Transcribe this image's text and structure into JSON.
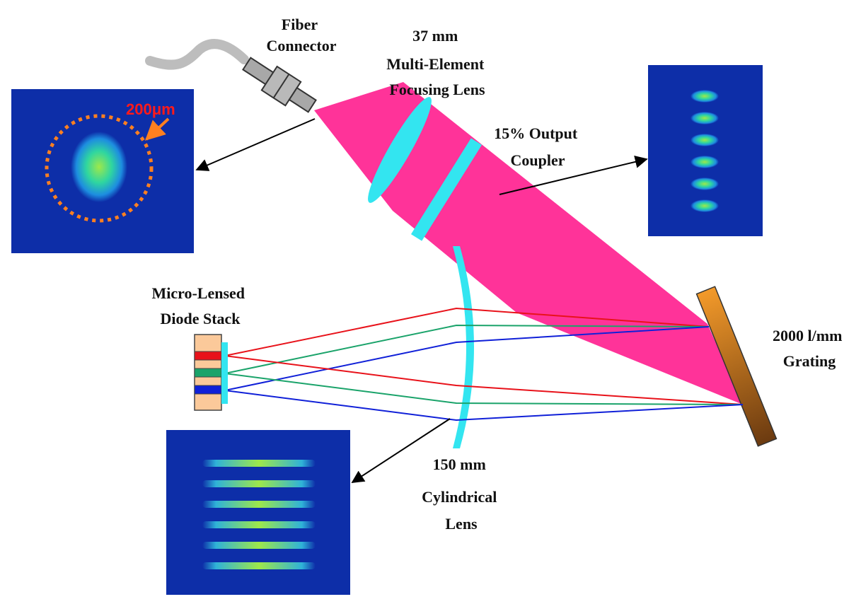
{
  "labels": {
    "fiber_connector": [
      "Fiber",
      "Connector"
    ],
    "focusing_lens": [
      "37 mm",
      "Multi-Element",
      "Focusing Lens"
    ],
    "output_coupler": [
      "15% Output",
      "Coupler"
    ],
    "diode_stack": [
      "Micro-Lensed",
      "Diode Stack"
    ],
    "grating": [
      "2000 l/mm",
      "Grating"
    ],
    "cyl_lens": [
      "150 mm",
      "Cylindrical",
      "Lens"
    ],
    "fiber_size": "200μm"
  },
  "colors": {
    "beam": "#ff3399",
    "lens": "#33e5f0",
    "ray_red": "#e8121a",
    "ray_green": "#1aa36a",
    "ray_blue": "#1020d8",
    "panel": "#0d2ea8",
    "dashed_circle": "#ff8020",
    "size_tag": "#ff1a1a",
    "diode_body": "#fbc99a",
    "grating_top": "#f39a2a",
    "grating_bottom": "#6b3a10"
  }
}
